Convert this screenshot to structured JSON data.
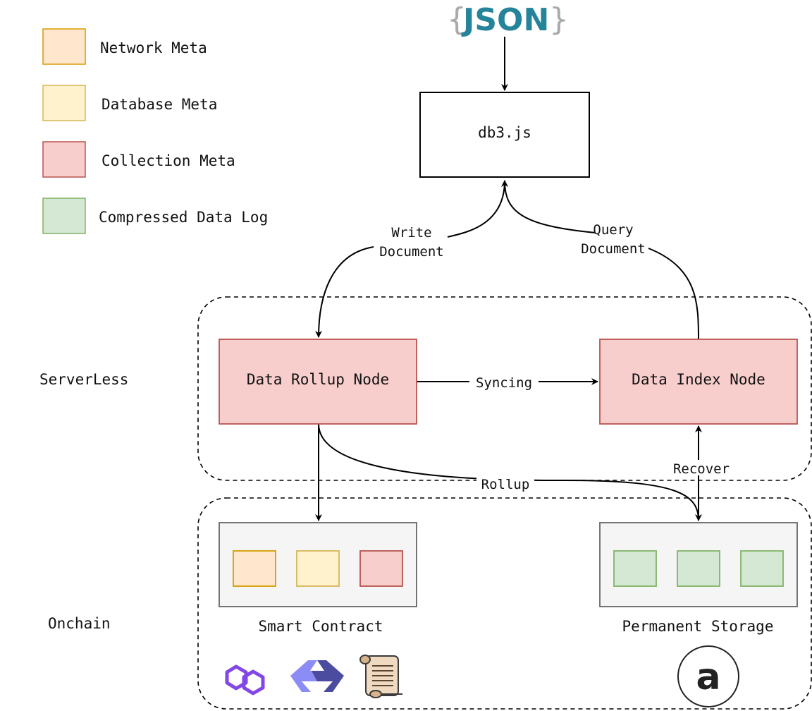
{
  "colors": {
    "network_fill": "#ffe6cc",
    "network_stroke": "#d79b00",
    "database_fill": "#fff2cc",
    "database_stroke": "#d6b656",
    "collection_fill": "#f8cecc",
    "collection_stroke": "#b85450",
    "log_fill": "#d5e8d4",
    "log_stroke": "#82b366",
    "container_fill": "#f5f5f5",
    "container_stroke": "#666666",
    "json_text": "#25849a",
    "json_brace": "#aaaaaa",
    "polygon": "#8247e5",
    "arbitrum_light": "#8c8cf7",
    "arbitrum_dark": "#4b4ba0"
  },
  "legend": {
    "network": "Network Meta",
    "database": "Database Meta",
    "collection": "Collection Meta",
    "compressed": "Compressed Data Log"
  },
  "json_logo": {
    "left_brace": "{",
    "text": "JSON",
    "right_brace": "}"
  },
  "nodes": {
    "db3js": "db3.js",
    "rollup": "Data Rollup Node",
    "index": "Data Index Node",
    "smart_contract": "Smart Contract",
    "permanent_storage": "Permanent Storage"
  },
  "zones": {
    "serverless": "ServerLess",
    "onchain": "Onchain"
  },
  "edges": {
    "write_1": "Write",
    "write_2": "Document",
    "query_1": "Query",
    "query_2": "Document",
    "syncing": "Syncing",
    "rollup": "Rollup",
    "recover": "Recover"
  },
  "icons": [
    "polygon-logo-icon",
    "arbitrum-logo-icon",
    "scroll-logo-icon",
    "arweave-logo-icon"
  ],
  "arweave_letter": "a"
}
